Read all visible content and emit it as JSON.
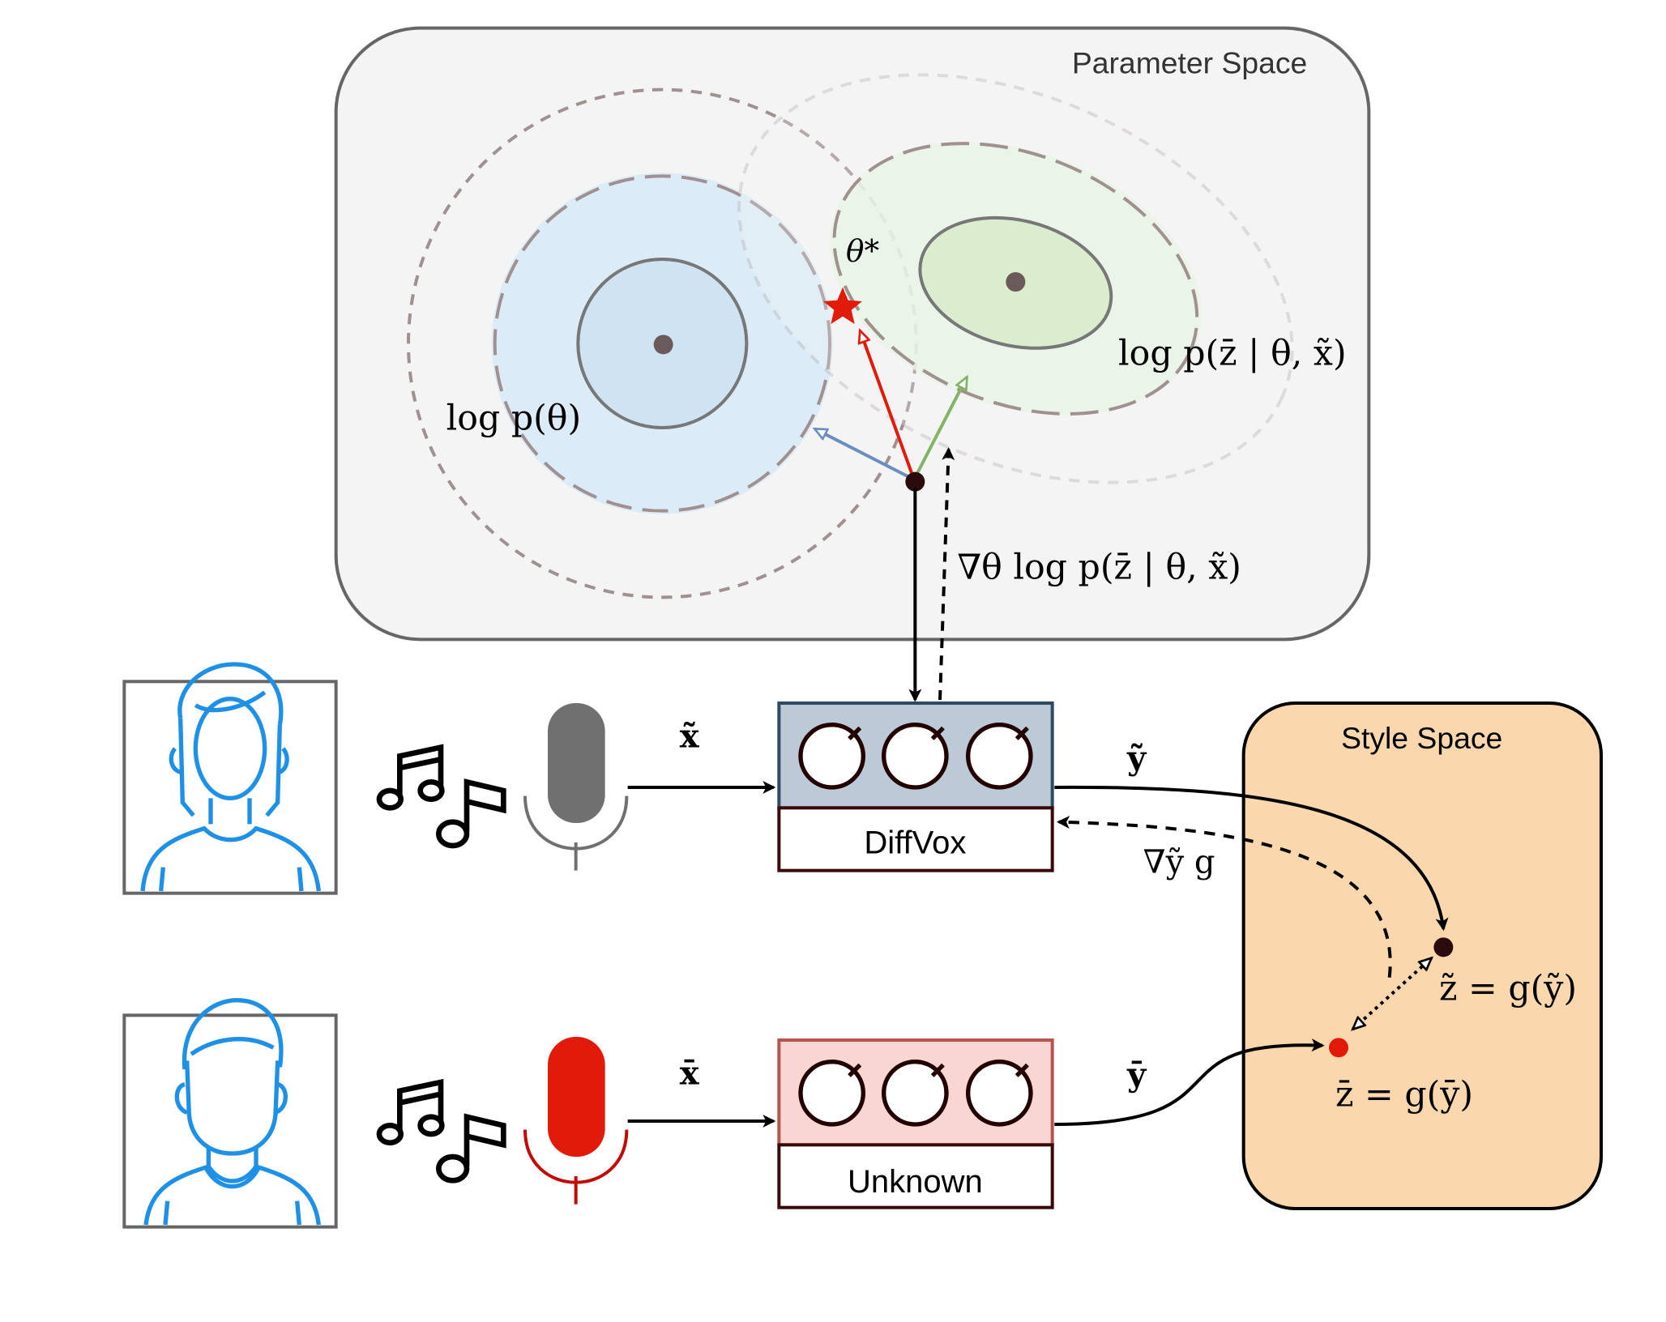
{
  "parameter_space": {
    "title": "Parameter Space",
    "theta_star_label": "θ*",
    "prior_label": "log p(θ)",
    "likelihood_label": "log p(z̄ | θ, x̃)",
    "gradient_label": "∇θ log p(z̄ | θ, x̃)"
  },
  "style_space": {
    "title": "Style Space",
    "z_tilde_label": "z̃ = g(ỹ)",
    "z_bar_label": "z̄ = g(ȳ)"
  },
  "top_row": {
    "input_label": "x̃",
    "output_label": "ỹ",
    "box_label": "DiffVox",
    "gradient_label": "∇ỹ g"
  },
  "bottom_row": {
    "input_label": "x̄",
    "output_label": "ȳ",
    "box_label": "Unknown"
  },
  "colors": {
    "prior_fill": "#d6eaf8",
    "likelihood_fill": "#e6f4e1",
    "param_space_fill": "#f4f4f4",
    "style_space_fill": "#fad7ac",
    "diffvox_fill": "#bccad8",
    "unknown_fill": "#f8d7d3",
    "person_blue": "#1e90e6",
    "mic_gray": "#707070",
    "mic_red": "#e21a0a",
    "arrow_red": "#e21a0a",
    "arrow_green": "#82b366",
    "arrow_blue": "#6c8ebf"
  },
  "icons": [
    "person-icon",
    "music-notes-icon",
    "microphone-icon",
    "knob-icon",
    "star-icon"
  ]
}
